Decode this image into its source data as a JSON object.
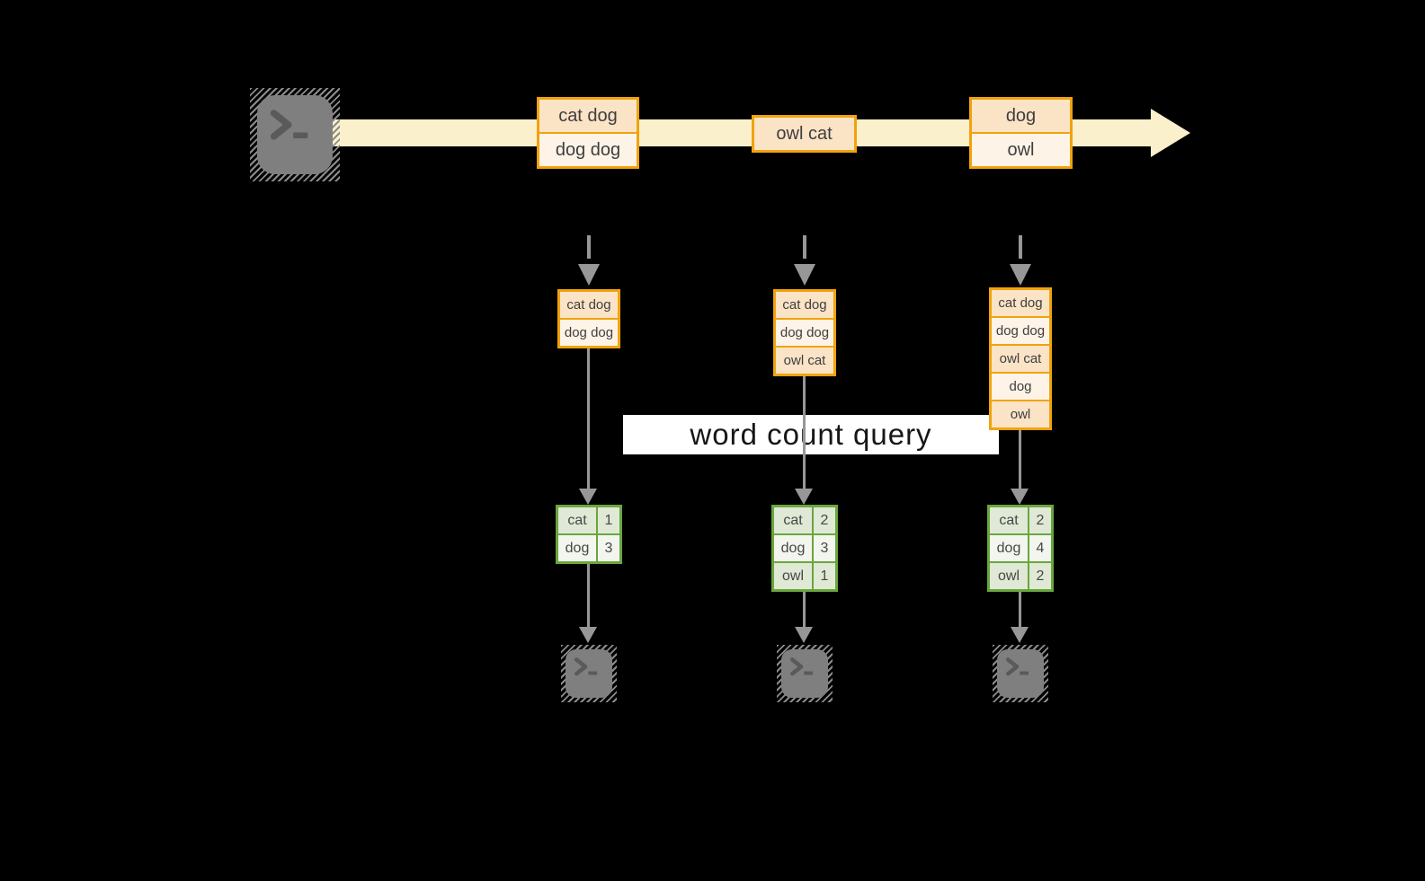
{
  "diagram": {
    "query_label": "word count query",
    "source_icon": "terminal-icon",
    "sink_icons": [
      "terminal-icon",
      "terminal-icon",
      "terminal-icon"
    ]
  },
  "stream_batches": [
    {
      "rows": [
        "cat dog",
        "dog dog"
      ]
    },
    {
      "rows": [
        "owl cat"
      ]
    },
    {
      "rows": [
        "dog",
        "owl"
      ]
    }
  ],
  "input_tables": [
    {
      "rows": [
        "cat dog",
        "dog dog"
      ]
    },
    {
      "rows": [
        "cat dog",
        "dog dog",
        "owl cat"
      ]
    },
    {
      "rows": [
        "cat dog",
        "dog dog",
        "owl cat",
        "dog",
        "owl"
      ]
    }
  ],
  "result_tables": [
    {
      "rows": [
        {
          "word": "cat",
          "count": "1"
        },
        {
          "word": "dog",
          "count": "3"
        }
      ]
    },
    {
      "rows": [
        {
          "word": "cat",
          "count": "2"
        },
        {
          "word": "dog",
          "count": "3"
        },
        {
          "word": "owl",
          "count": "1"
        }
      ]
    },
    {
      "rows": [
        {
          "word": "cat",
          "count": "2"
        },
        {
          "word": "dog",
          "count": "4"
        },
        {
          "word": "owl",
          "count": "2"
        }
      ]
    }
  ],
  "colors": {
    "background": "#000000",
    "stream": "#FBF0CC",
    "gold_border": "#F0A30C",
    "cell_peach": "#FBE3C6",
    "cell_cream": "#FDF3E7",
    "green_border": "#69A63E",
    "green_cell": "#DFE9D5",
    "green_cell_light": "#F2F6EE",
    "arrow_gray": "#979797",
    "terminal_gray": "#7F7F7F",
    "query_box": "#FFFFFF"
  }
}
